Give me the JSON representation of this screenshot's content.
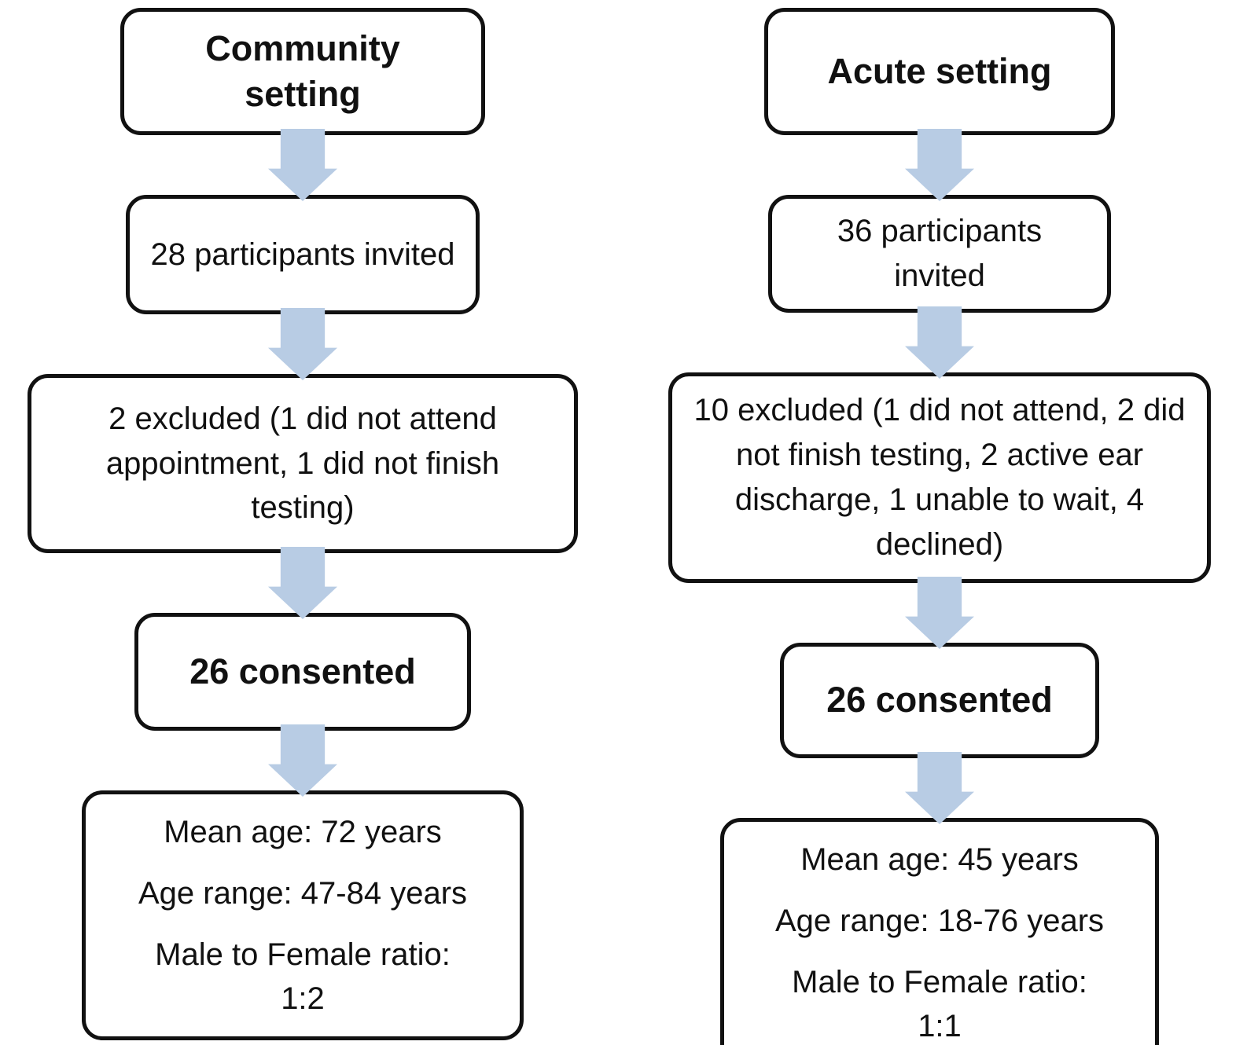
{
  "diagram": {
    "type": "flowchart",
    "border_color": "#111111",
    "arrow_color": "#b8cce4",
    "columns": [
      {
        "id": "community",
        "title": "Community setting",
        "invited": "28 participants invited",
        "excluded": "2 excluded (1 did not attend appointment, 1 did not finish testing)",
        "consented": "26 consented",
        "stats": {
          "mean_age": "Mean age: 72 years",
          "age_range": "Age range: 47-84 years",
          "ratio_label": "Male to Female ratio:",
          "ratio_value": "1:2"
        }
      },
      {
        "id": "acute",
        "title": "Acute setting",
        "invited": "36 participants invited",
        "excluded": "10 excluded (1 did not attend, 2 did not finish testing, 2 active ear discharge, 1 unable to wait, 4 declined)",
        "consented": "26 consented",
        "stats": {
          "mean_age": "Mean age: 45 years",
          "age_range": "Age range: 18-76 years",
          "ratio_label": "Male to Female ratio:",
          "ratio_value": "1:1"
        }
      }
    ]
  }
}
